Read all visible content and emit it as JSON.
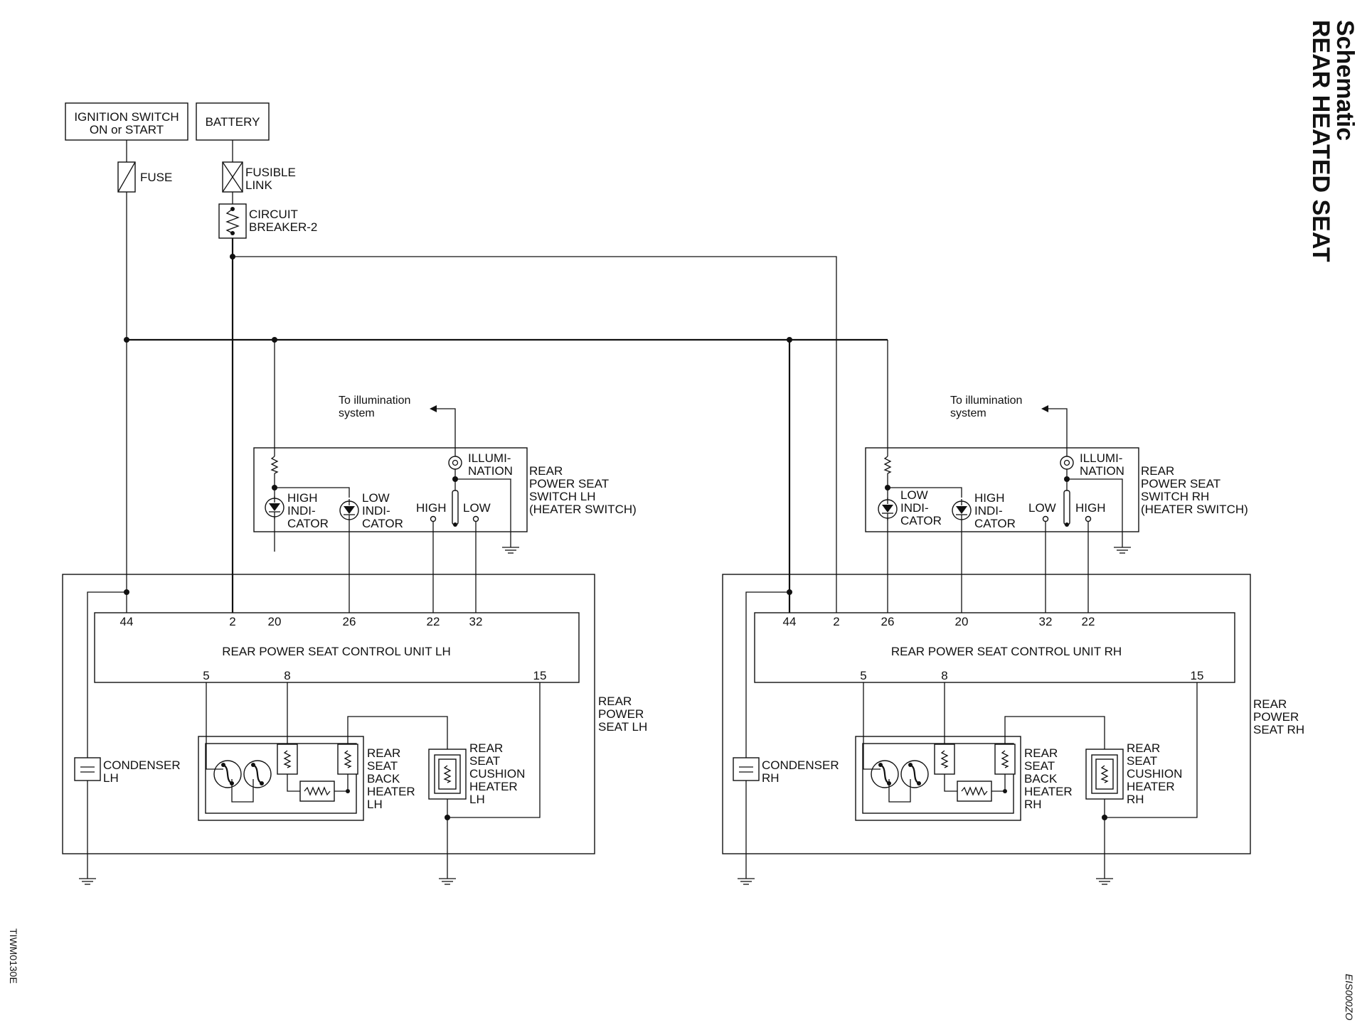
{
  "title": {
    "line1": "Schematic",
    "line2": "REAR HEATED SEAT"
  },
  "codes": {
    "left": "TIWM0130E",
    "right": "EIS000ZO"
  },
  "power": {
    "ignition": [
      "IGNITION SWITCH",
      "ON or START"
    ],
    "battery": "BATTERY",
    "fuse": "FUSE",
    "fusible_link": [
      "FUSIBLE",
      "LINK"
    ],
    "circuit_breaker": [
      "CIRCUIT",
      "BREAKER-2"
    ]
  },
  "lh": {
    "illum_note": [
      "To illumination",
      "system"
    ],
    "switch_name": [
      "REAR",
      "POWER SEAT",
      "SWITCH LH",
      "(HEATER SWITCH)"
    ],
    "illumination": [
      "ILLUMI-",
      "NATION"
    ],
    "high_indicator": [
      "HIGH",
      "INDI-",
      "CATOR"
    ],
    "low_indicator": [
      "LOW",
      "INDI-",
      "CATOR"
    ],
    "sw_high": "HIGH",
    "sw_low": "LOW",
    "control_unit": "REAR POWER SEAT CONTROL UNIT LH",
    "top_pins": [
      "44",
      "2",
      "20",
      "26",
      "22",
      "32"
    ],
    "bottom_pins": [
      "5",
      "8",
      "15"
    ],
    "seat_name": [
      "REAR",
      "POWER",
      "SEAT LH"
    ],
    "condenser": [
      "CONDENSER",
      "LH"
    ],
    "back_heater": [
      "REAR",
      "SEAT",
      "BACK",
      "HEATER",
      "LH"
    ],
    "cushion_heater": [
      "REAR",
      "SEAT",
      "CUSHION",
      "HEATER",
      "LH"
    ]
  },
  "rh": {
    "illum_note": [
      "To illumination",
      "system"
    ],
    "switch_name": [
      "REAR",
      "POWER SEAT",
      "SWITCH RH",
      "(HEATER SWITCH)"
    ],
    "illumination": [
      "ILLUMI-",
      "NATION"
    ],
    "low_indicator": [
      "LOW",
      "INDI-",
      "CATOR"
    ],
    "high_indicator": [
      "HIGH",
      "INDI-",
      "CATOR"
    ],
    "sw_low": "LOW",
    "sw_high": "HIGH",
    "control_unit": "REAR POWER SEAT CONTROL UNIT RH",
    "top_pins": [
      "44",
      "2",
      "26",
      "20",
      "32",
      "22"
    ],
    "bottom_pins": [
      "5",
      "8",
      "15"
    ],
    "seat_name": [
      "REAR",
      "POWER",
      "SEAT RH"
    ],
    "condenser": [
      "CONDENSER",
      "RH"
    ],
    "back_heater": [
      "REAR",
      "SEAT",
      "BACK",
      "HEATER",
      "RH"
    ],
    "cushion_heater": [
      "REAR",
      "SEAT",
      "CUSHION",
      "HEATER",
      "RH"
    ]
  }
}
